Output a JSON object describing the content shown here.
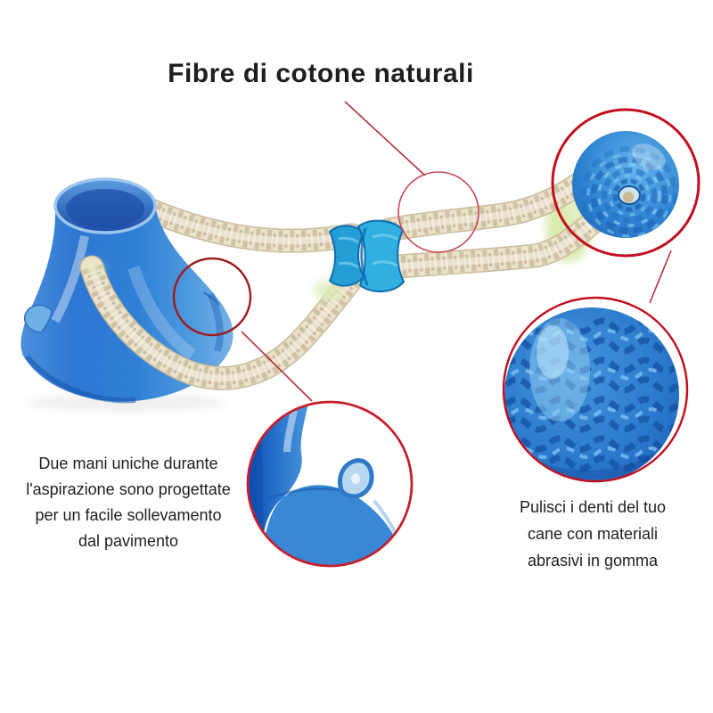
{
  "title": {
    "text": "Fibre di cotone naturali"
  },
  "notes": {
    "left": {
      "lines": [
        "Due mani uniche durante",
        "l'aspirazione sono progettate",
        "per un facile sollevamento",
        "dal pavimento"
      ]
    },
    "right": {
      "lines": [
        "Pulisci i denti del tuo",
        "cane con materiali",
        "abrasivi in gomma"
      ]
    }
  },
  "product": {
    "parts": [
      "suction-cup",
      "cotton-rope",
      "rope-connector",
      "rubber-ball"
    ],
    "callouts": [
      "rope-fiber-callout",
      "ball-callout",
      "suction-handle-callout",
      "suction-cup-closeup",
      "ball-texture-closeup"
    ]
  },
  "colors": {
    "background": "#ffffff",
    "text": "#1e1e1e",
    "annotation_red": "#c10f1e",
    "annotation_red_light": "#c64a58",
    "annotation_red_dark": "#9e1b1c",
    "toy_blue": "#2e7cd3",
    "toy_blue_dark": "#1a55ae",
    "toy_blue_light": "#79b4e8",
    "ball_blue": "#2f8ad6",
    "rope_cream": "#ece3cd",
    "rope_tan": "#b3a27c",
    "glow_green": "#dcedb4"
  }
}
